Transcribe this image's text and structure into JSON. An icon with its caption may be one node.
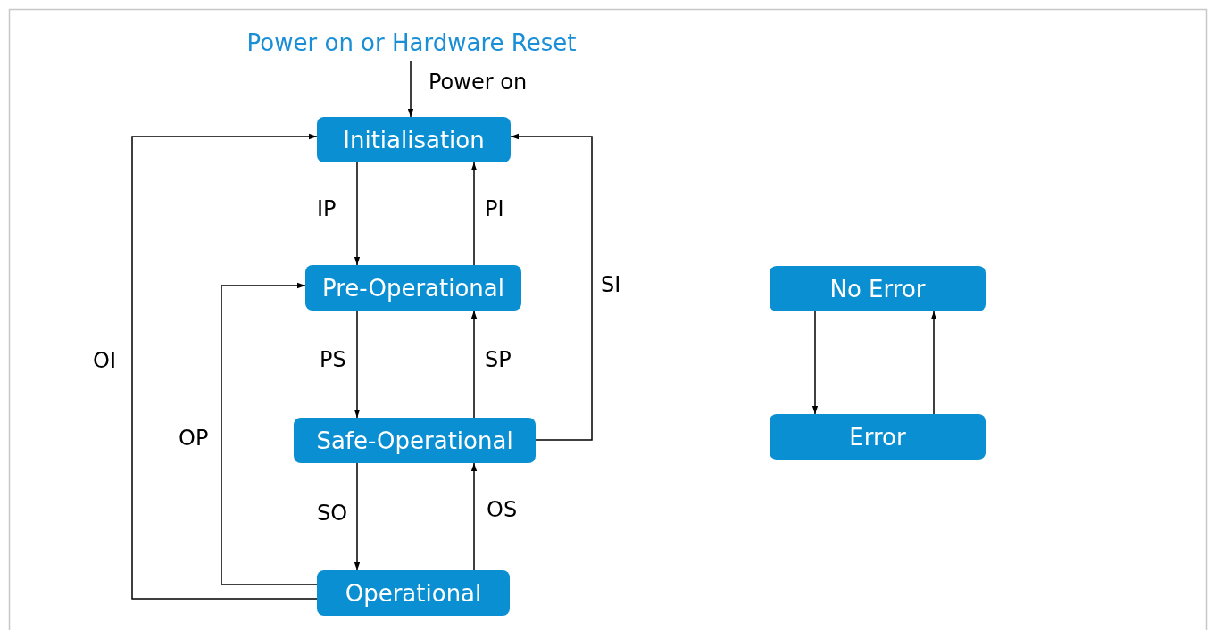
{
  "diagram": {
    "nodes": [
      {
        "text": [
          "Power on or Hardware Reset"
        ]
      },
      {
        "text": [
          "Initialisation"
        ]
      },
      {
        "text": [
          "Pre-Operational"
        ]
      },
      {
        "text": [
          "Safe-Operational"
        ]
      },
      {
        "text": [
          "Operational"
        ]
      },
      {
        "text": [
          "No Error"
        ]
      },
      {
        "text": [
          "Error"
        ]
      }
    ],
    "edges": [
      {
        "from": 0,
        "to": 1,
        "arrow": "to",
        "label": "Power on"
      },
      {
        "from": 1,
        "to": 2,
        "arrow": "to",
        "label": "IP"
      },
      {
        "from": 2,
        "to": 1,
        "arrow": "to",
        "label": "PI"
      },
      {
        "from": 2,
        "to": 3,
        "arrow": "to",
        "label": "PS"
      },
      {
        "from": 3,
        "to": 2,
        "arrow": "to",
        "label": "SP"
      },
      {
        "from": 3,
        "to": 4,
        "arrow": "to",
        "label": "SO"
      },
      {
        "from": 4,
        "to": 3,
        "arrow": "to",
        "label": "OS"
      },
      {
        "from": 3,
        "to": 1,
        "arrow": "to",
        "label": "SI"
      },
      {
        "from": 4,
        "to": 1,
        "arrow": "to",
        "label": "OI"
      },
      {
        "from": 4,
        "to": 2,
        "arrow": "to",
        "label": "OP"
      },
      {
        "from": 5,
        "to": 6,
        "arrow": "to"
      },
      {
        "from": 6,
        "to": 5,
        "arrow": "to"
      }
    ]
  }
}
